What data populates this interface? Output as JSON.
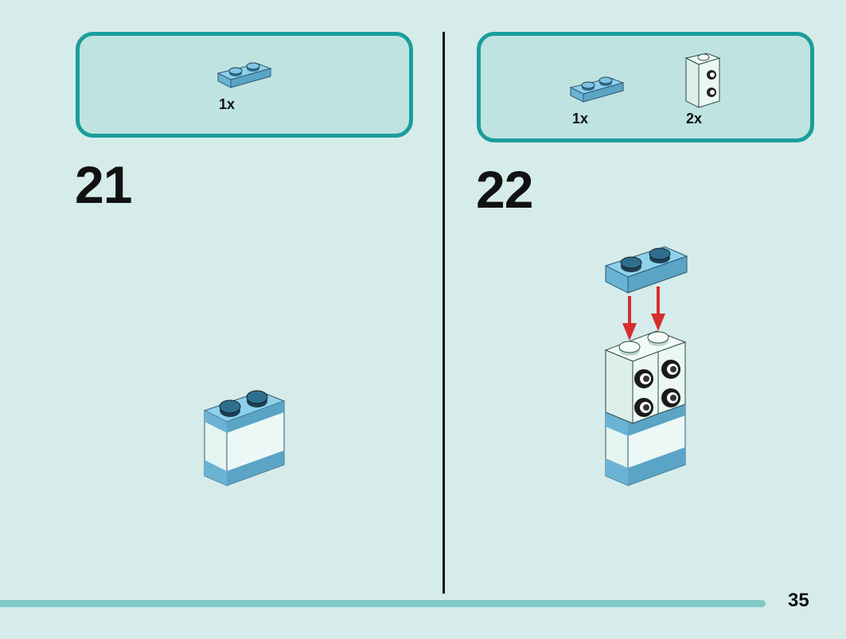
{
  "steps": [
    {
      "number": "21",
      "parts": [
        {
          "qty": "1x",
          "icon": "plate-1x2-blue-icon"
        }
      ]
    },
    {
      "number": "22",
      "parts": [
        {
          "qty": "1x",
          "icon": "plate-1x2-blue-icon"
        },
        {
          "qty": "2x",
          "icon": "brick-side-studs-white-icon"
        }
      ]
    }
  ],
  "page_number": "35",
  "colors": {
    "background": "#d6ecea",
    "box_border": "#1a9e9a",
    "box_fill": "#bfe3e1",
    "brick_blue": "#7ec4e4",
    "brick_white": "#e4f5f1",
    "arrow_red": "#d62e2e",
    "progress_bar": "#7fcbc6"
  }
}
